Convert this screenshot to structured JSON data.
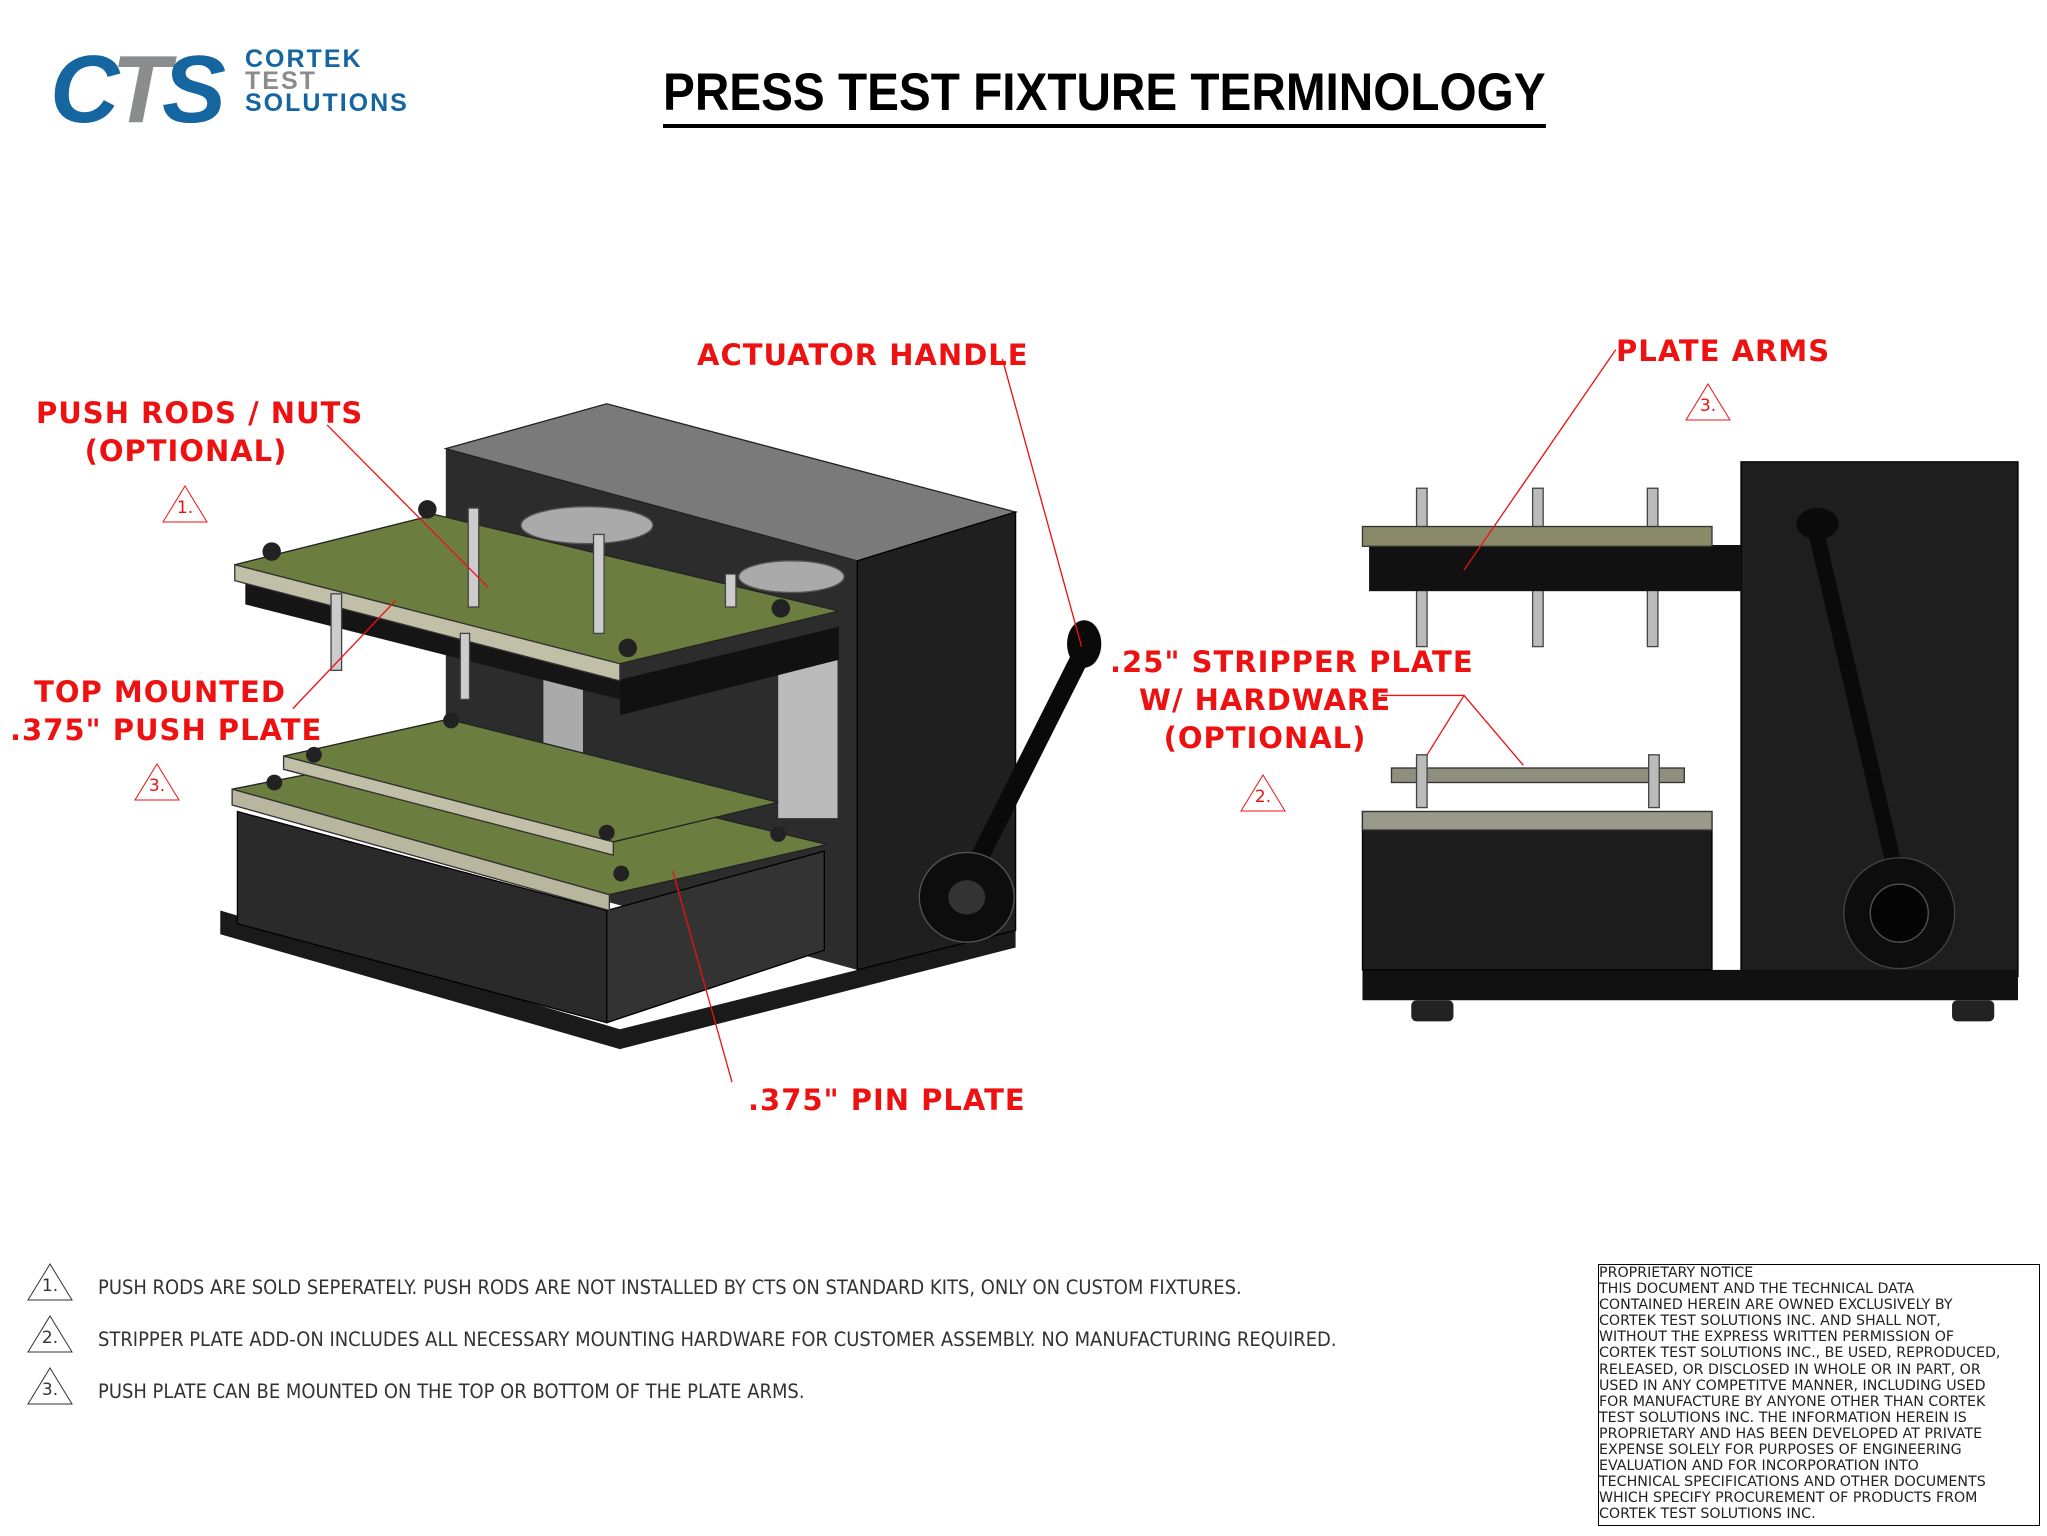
{
  "logo": {
    "letters": [
      "C",
      "T",
      "S"
    ],
    "words": [
      "CORTEK",
      "TEST",
      "SOLUTIONS"
    ]
  },
  "title": "PRESS TEST FIXTURE TERMINOLOGY",
  "callouts": {
    "actuator_handle": "ACTUATOR HANDLE",
    "push_rods": [
      "PUSH RODS / NUTS",
      "(OPTIONAL)"
    ],
    "push_rods_ref": "1.",
    "top_mounted": [
      "TOP MOUNTED",
      ".375\" PUSH PLATE"
    ],
    "top_mounted_ref": "3.",
    "pin_plate": ".375\" PIN PLATE",
    "plate_arms": "PLATE ARMS",
    "plate_arms_ref": "3.",
    "stripper_plate": [
      ".25\" STRIPPER PLATE",
      "W/ HARDWARE",
      "(OPTIONAL)"
    ],
    "stripper_plate_ref": "2."
  },
  "notes": [
    {
      "ref": "1.",
      "text": "PUSH RODS ARE SOLD SEPERATELY. PUSH RODS ARE NOT INSTALLED BY CTS ON STANDARD KITS, ONLY ON CUSTOM FIXTURES."
    },
    {
      "ref": "2.",
      "text": "STRIPPER PLATE ADD-ON INCLUDES ALL NECESSARY MOUNTING HARDWARE FOR CUSTOMER ASSEMBLY. NO MANUFACTURING REQUIRED."
    },
    {
      "ref": "3.",
      "text": "PUSH PLATE CAN BE MOUNTED ON THE TOP OR BOTTOM OF THE PLATE ARMS."
    }
  ],
  "proprietary_notice": [
    "PROPRIETARY NOTICE",
    "THIS DOCUMENT AND THE TECHNICAL DATA",
    "CONTAINED HEREIN ARE OWNED EXCLUSIVELY BY",
    "CORTEK TEST SOLUTIONS INC. AND SHALL NOT,",
    "WITHOUT THE EXPRESS WRITTEN PERMISSION OF",
    "CORTEK TEST SOLUTIONS INC., BE USED, REPRODUCED,",
    "RELEASED, OR DISCLOSED IN WHOLE OR IN PART, OR",
    "USED IN ANY COMPETITVE MANNER, INCLUDING USED",
    "FOR MANUFACTURE BY ANYONE OTHER THAN CORTEK",
    "TEST SOLUTIONS INC. THE INFORMATION HEREIN IS",
    "PROPRIETARY AND HAS BEEN DEVELOPED AT PRIVATE",
    "EXPENSE SOLELY FOR PURPOSES OF ENGINEERING",
    "EVALUATION AND FOR INCORPORATION INTO",
    "TECHNICAL SPECIFICATIONS AND OTHER DOCUMENTS",
    "WHICH SPECIFY PROCUREMENT OF PRODUCTS FROM",
    "CORTEK TEST SOLUTIONS INC."
  ],
  "colors": {
    "callout": "#ee1111",
    "brand_blue": "#1565a0",
    "brand_gray": "#8a8c8e",
    "plate_green": "#6b7d3f"
  }
}
